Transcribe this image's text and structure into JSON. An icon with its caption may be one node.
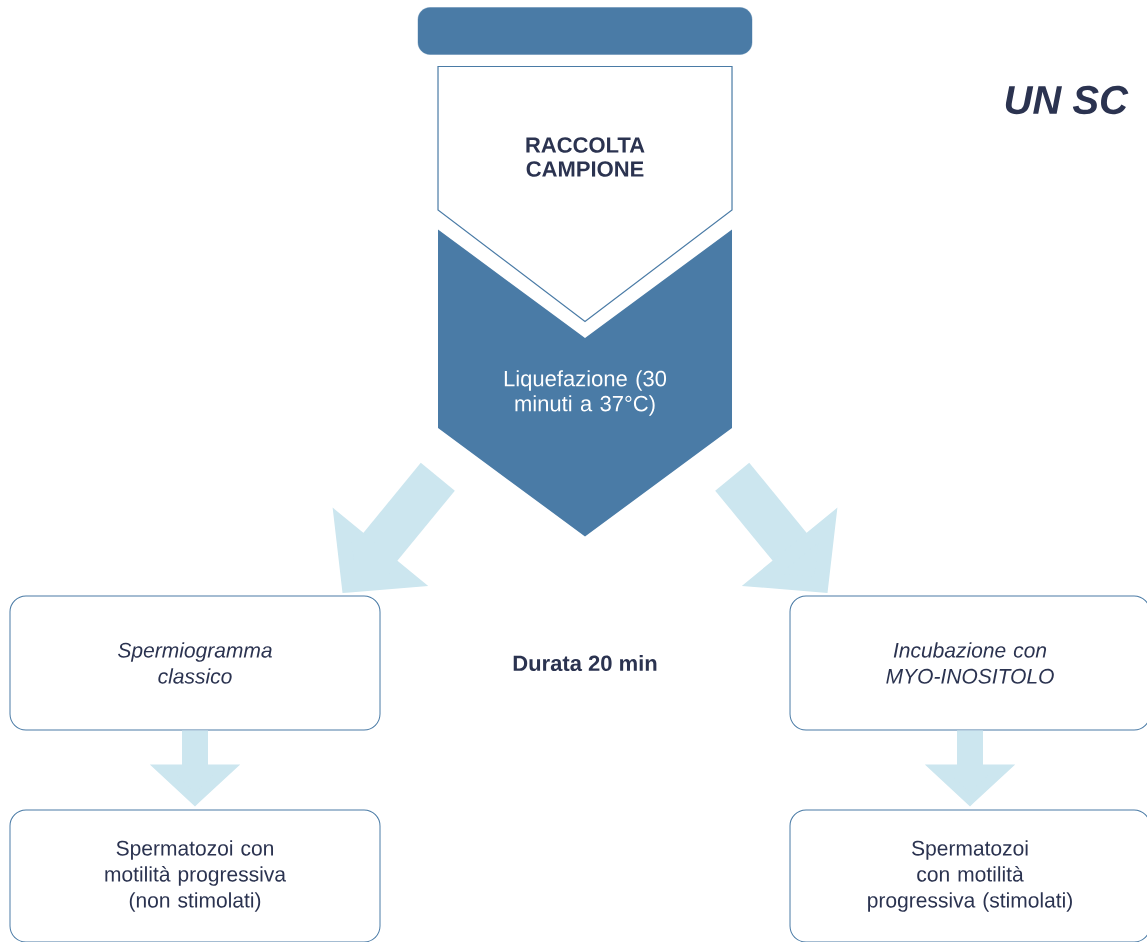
{
  "diagram": {
    "title": "UN SC",
    "nodes": [
      {
        "text": [],
        "shape": "bar"
      },
      {
        "text": [
          "RACCOLTA CAMPIONE"
        ]
      },
      {
        "text": [
          "Liquefazione (30 minuti a 37°C)"
        ]
      },
      {
        "text": [
          "Spermiogramma classico"
        ]
      },
      {
        "text": [
          "Incubazione con MYO-INOSITOLO"
        ]
      },
      {
        "text": [
          "Spermatozoi con motilità progressiva (non stimolati)"
        ]
      },
      {
        "text": [
          "Spermatozoi con motilità progressiva (stimolati)"
        ]
      }
    ],
    "edges": [
      {
        "from": 2,
        "to": 3,
        "arrow": "to"
      },
      {
        "from": 2,
        "to": 4,
        "arrow": "to"
      },
      {
        "from": 3,
        "to": 5,
        "arrow": "to"
      },
      {
        "from": 4,
        "to": 6,
        "arrow": "to"
      }
    ],
    "labels": [
      "Durata 20 min"
    ]
  }
}
